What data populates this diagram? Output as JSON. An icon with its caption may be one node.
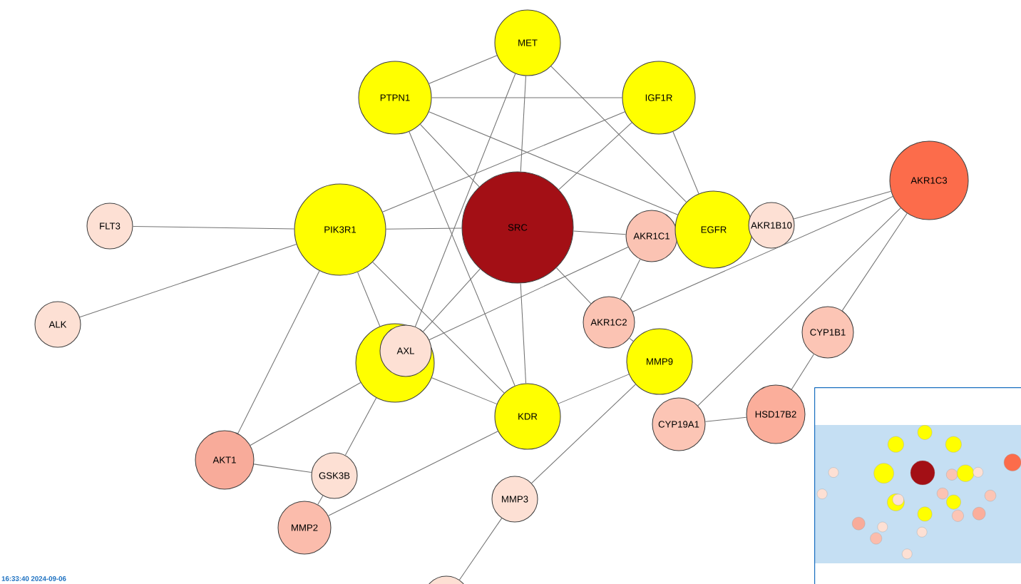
{
  "diagram": {
    "nodes": [
      {
        "text": [
          "MET"
        ]
      },
      {
        "text": [
          "PTPN1"
        ]
      },
      {
        "text": [
          "IGF1R"
        ]
      },
      {
        "text": [
          "PIK3R1"
        ]
      },
      {
        "text": [
          "SRC"
        ]
      },
      {
        "text": [
          "AKR1C1"
        ]
      },
      {
        "text": [
          "EGFR"
        ]
      },
      {
        "text": [
          "AKR1B10"
        ]
      },
      {
        "text": [
          "AKR1C3"
        ]
      },
      {
        "text": [
          "FLT3"
        ]
      },
      {
        "text": [
          "ALK"
        ]
      },
      {
        "text": [],
        "shape": "circle"
      },
      {
        "text": [
          "AXL"
        ],
        "in": 11
      },
      {
        "text": [
          "AKR1C2"
        ]
      },
      {
        "text": [
          "MMP9"
        ]
      },
      {
        "text": [
          "CYP1B1"
        ]
      },
      {
        "text": [
          "KDR"
        ]
      },
      {
        "text": [
          "CYP19A1"
        ]
      },
      {
        "text": [
          "HSD17B2"
        ]
      },
      {
        "text": [
          "AKT1"
        ]
      },
      {
        "text": [
          "GSK3B"
        ]
      },
      {
        "text": [
          "MMP2"
        ]
      },
      {
        "text": [
          "MMP3"
        ]
      },
      {
        "text": [],
        "shape": "circle"
      }
    ],
    "edges": [
      {
        "from": 0,
        "to": 1,
        "arrow": "none"
      },
      {
        "from": 0,
        "to": 4,
        "arrow": "none"
      },
      {
        "from": 0,
        "to": 6,
        "arrow": "none"
      },
      {
        "from": 0,
        "to": 12,
        "arrow": "none"
      },
      {
        "from": 1,
        "to": 2,
        "arrow": "none"
      },
      {
        "from": 1,
        "to": 4,
        "arrow": "none"
      },
      {
        "from": 1,
        "to": 6,
        "arrow": "none"
      },
      {
        "from": 1,
        "to": 16,
        "arrow": "none"
      },
      {
        "from": 2,
        "to": 3,
        "arrow": "none"
      },
      {
        "from": 2,
        "to": 4,
        "arrow": "none"
      },
      {
        "from": 2,
        "to": 6,
        "arrow": "none"
      },
      {
        "from": 3,
        "to": 4,
        "arrow": "none"
      },
      {
        "from": 3,
        "to": 9,
        "arrow": "none"
      },
      {
        "from": 3,
        "to": 10,
        "arrow": "none"
      },
      {
        "from": 3,
        "to": 19,
        "arrow": "none"
      },
      {
        "from": 3,
        "to": 11,
        "arrow": "none"
      },
      {
        "from": 3,
        "to": 16,
        "arrow": "none"
      },
      {
        "from": 4,
        "to": 5,
        "arrow": "none"
      },
      {
        "from": 4,
        "to": 12,
        "arrow": "none"
      },
      {
        "from": 4,
        "to": 16,
        "arrow": "none"
      },
      {
        "from": 4,
        "to": 13,
        "arrow": "none"
      },
      {
        "from": 5,
        "to": 13,
        "arrow": "none"
      },
      {
        "from": 12,
        "to": 5,
        "arrow": "none"
      },
      {
        "from": 8,
        "to": 7,
        "arrow": "none"
      },
      {
        "from": 8,
        "to": 13,
        "arrow": "none"
      },
      {
        "from": 8,
        "to": 15,
        "arrow": "none"
      },
      {
        "from": 8,
        "to": 17,
        "arrow": "none"
      },
      {
        "from": 15,
        "to": 18,
        "arrow": "none"
      },
      {
        "from": 17,
        "to": 18,
        "arrow": "none"
      },
      {
        "from": 13,
        "to": 14,
        "arrow": "none"
      },
      {
        "from": 14,
        "to": 16,
        "arrow": "none"
      },
      {
        "from": 14,
        "to": 22,
        "arrow": "none"
      },
      {
        "from": 22,
        "to": 23,
        "arrow": "none"
      },
      {
        "from": 19,
        "to": 11,
        "arrow": "none"
      },
      {
        "from": 11,
        "to": 16,
        "arrow": "none"
      },
      {
        "from": 11,
        "to": 20,
        "arrow": "none"
      },
      {
        "from": 19,
        "to": 20,
        "arrow": "none"
      },
      {
        "from": 20,
        "to": 21,
        "arrow": "none"
      },
      {
        "from": 16,
        "to": 21,
        "arrow": "none"
      }
    ],
    "labels": [
      "16:33:40 2024-09-06"
    ]
  }
}
